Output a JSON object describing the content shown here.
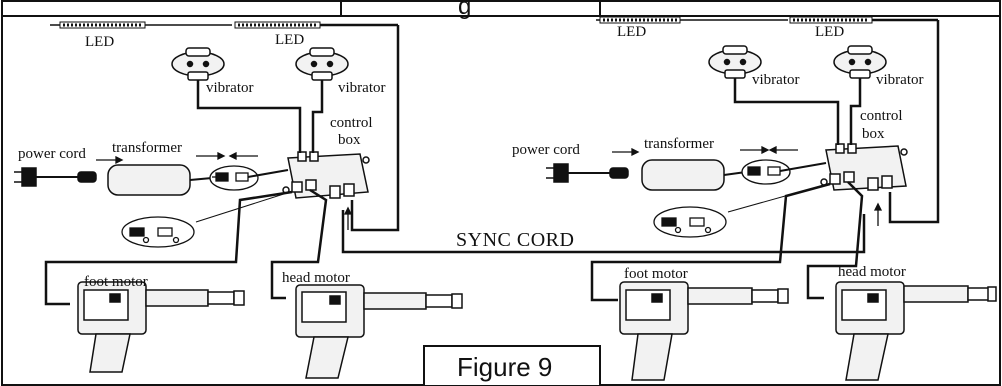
{
  "figure_label": "Figure 9",
  "header_fragment": "g",
  "sync_cord_label": "SYNC CORD",
  "left_system": {
    "led_1": "LED",
    "led_2": "LED",
    "vibrator_1": "vibrator",
    "vibrator_2": "vibrator",
    "control_box_line1": "control",
    "control_box_line2": "box",
    "power_cord": "power cord",
    "transformer": "transformer",
    "foot_motor": "foot motor",
    "head_motor": "head motor"
  },
  "right_system": {
    "led_1": "LED",
    "led_2": "LED",
    "vibrator_1": "vibrator",
    "vibrator_2": "vibrator",
    "control_box_line1": "control",
    "control_box_line2": "box",
    "power_cord": "power cord",
    "transformer": "transformer",
    "foot_motor": "foot motor",
    "head_motor": "head motor"
  },
  "colors": {
    "line": "#111111",
    "background": "#ffffff",
    "component_fill": "#f2f2f2"
  }
}
